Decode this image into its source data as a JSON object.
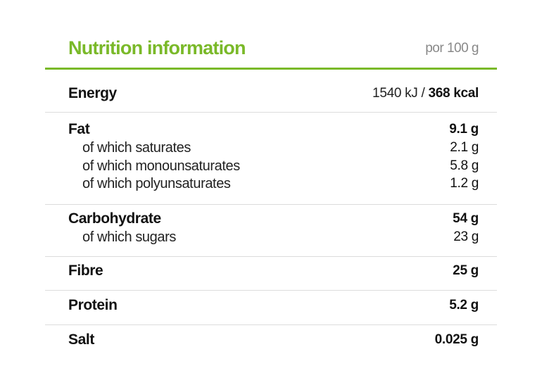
{
  "header": {
    "title": "Nutrition information",
    "per": "por 100 g",
    "accent": "#7ab929"
  },
  "energy": {
    "label": "Energy",
    "kj": "1540 kJ / ",
    "kcal": "368 kcal"
  },
  "rows": [
    {
      "label": "Fat",
      "value": "9.1 g",
      "bold": true
    },
    {
      "label": "of which saturates",
      "value": "2.1 g",
      "bold": false
    },
    {
      "label": "of which monounsaturates",
      "value": "5.8 g",
      "bold": false
    },
    {
      "label": "of which polyunsaturates",
      "value": "1.2 g",
      "bold": false
    },
    {
      "label": "Carbohydrate",
      "value": "54 g",
      "bold": true
    },
    {
      "label": "of which sugars",
      "value": "23 g",
      "bold": false
    },
    {
      "label": "Fibre",
      "value": "25 g",
      "bold": true
    },
    {
      "label": "Protein",
      "value": "5.2 g",
      "bold": true
    },
    {
      "label": "Salt",
      "value": "0.025 g",
      "bold": true
    }
  ]
}
